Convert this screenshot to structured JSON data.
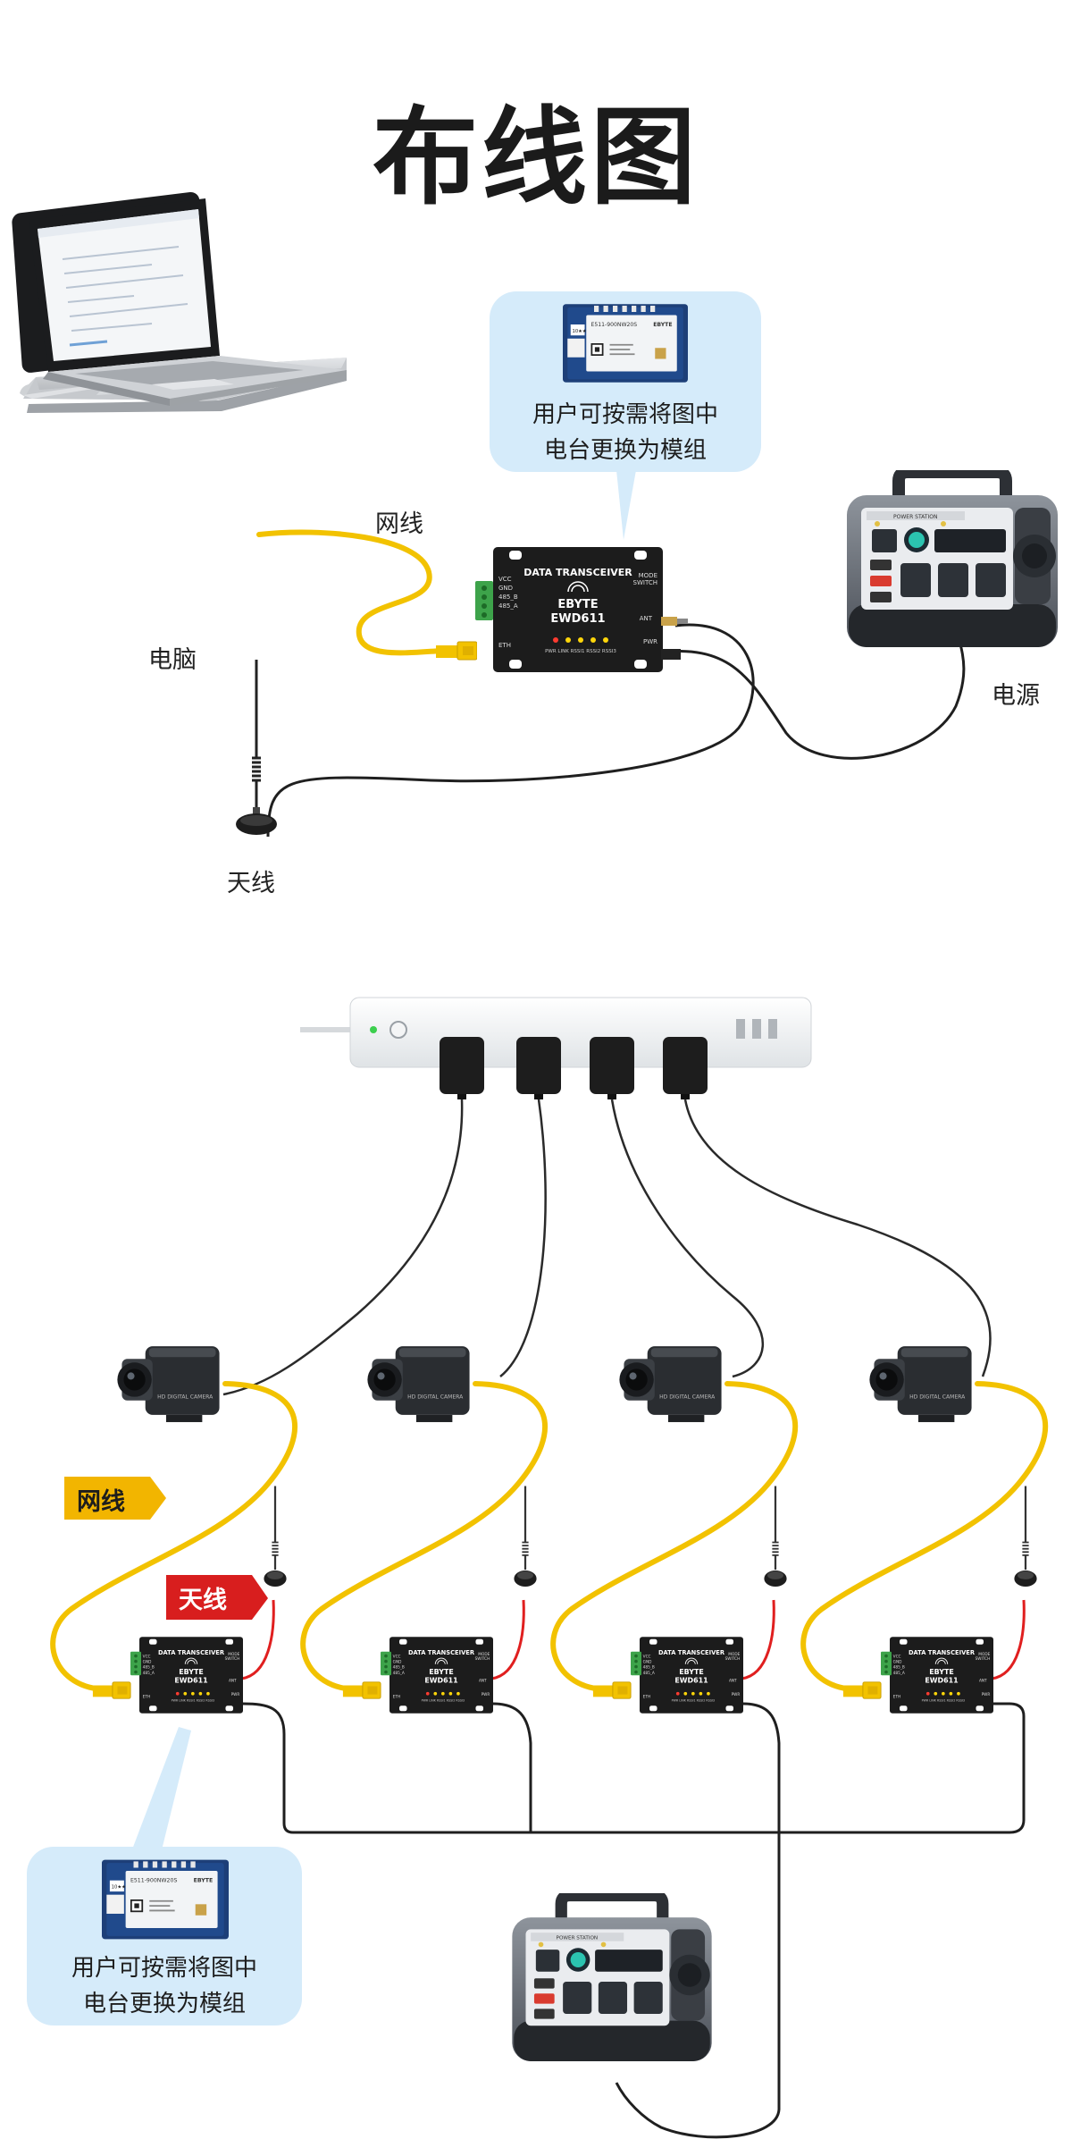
{
  "title": "布线图",
  "top_diagram": {
    "label_pc": "电脑",
    "label_cable": "网线",
    "label_power": "电源",
    "label_antenna": "天线",
    "bubble_line1": "用户可按需将图中",
    "bubble_line2": "电台更换为模组",
    "device": {
      "header": "DATA TRANSCEIVER",
      "brand": "EBYTE",
      "model": "EWD611",
      "pins": [
        "VCC",
        "GND",
        "485_B",
        "485_A"
      ],
      "switch": "MODE SWITCH",
      "ports": [
        "ANT",
        "PWR",
        "ETH"
      ],
      "leds": [
        "PWR",
        "LINK",
        "RSSI1",
        "RSSI2",
        "RSSI3"
      ]
    },
    "module": {
      "name": "E511-900NW20S",
      "brand": "EBYTE",
      "badge": "10★★"
    },
    "power_station_label": "POWER STATION"
  },
  "bottom_diagram": {
    "tag_cable": "网线",
    "tag_antenna": "天线",
    "bubble_line1": "用户可按需将图中",
    "bubble_line2": "电台更换为模组",
    "camera_label": "HD DIGITAL CAMERA"
  },
  "colors": {
    "cable_yellow": "#f2c200",
    "tag_yellow": "#f2b500",
    "tag_red": "#d81e1e",
    "bubble_blue": "#d5ebfa",
    "device_black": "#1c1c1c",
    "terminal_green": "#3da34a"
  }
}
